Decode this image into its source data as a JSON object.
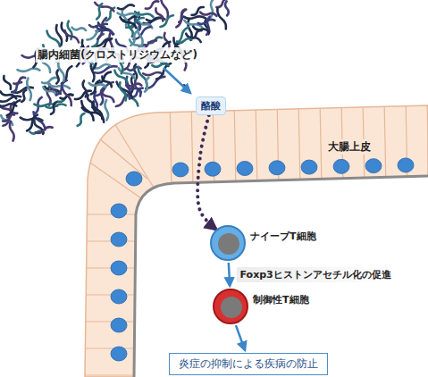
{
  "diagram": {
    "nodes": [
      {
        "text": [
          "酪酸"
        ]
      },
      {
        "text": [
          "ナイーブT細胞"
        ]
      },
      {
        "text": [
          "制御性T細胞"
        ]
      },
      {
        "text": [
          "炎症の抑制による疾病の防止"
        ]
      }
    ],
    "edges": [
      {
        "from": 0,
        "to": 1,
        "arrow": "to"
      },
      {
        "from": 1,
        "to": 2,
        "label": "Foxp3ヒストンアセチル化の促進",
        "arrow": "to"
      },
      {
        "from": 2,
        "to": 3,
        "arrow": "to"
      }
    ],
    "labels": [
      "腸内細菌(クロストリジウムなど)",
      "大腸上皮"
    ]
  }
}
